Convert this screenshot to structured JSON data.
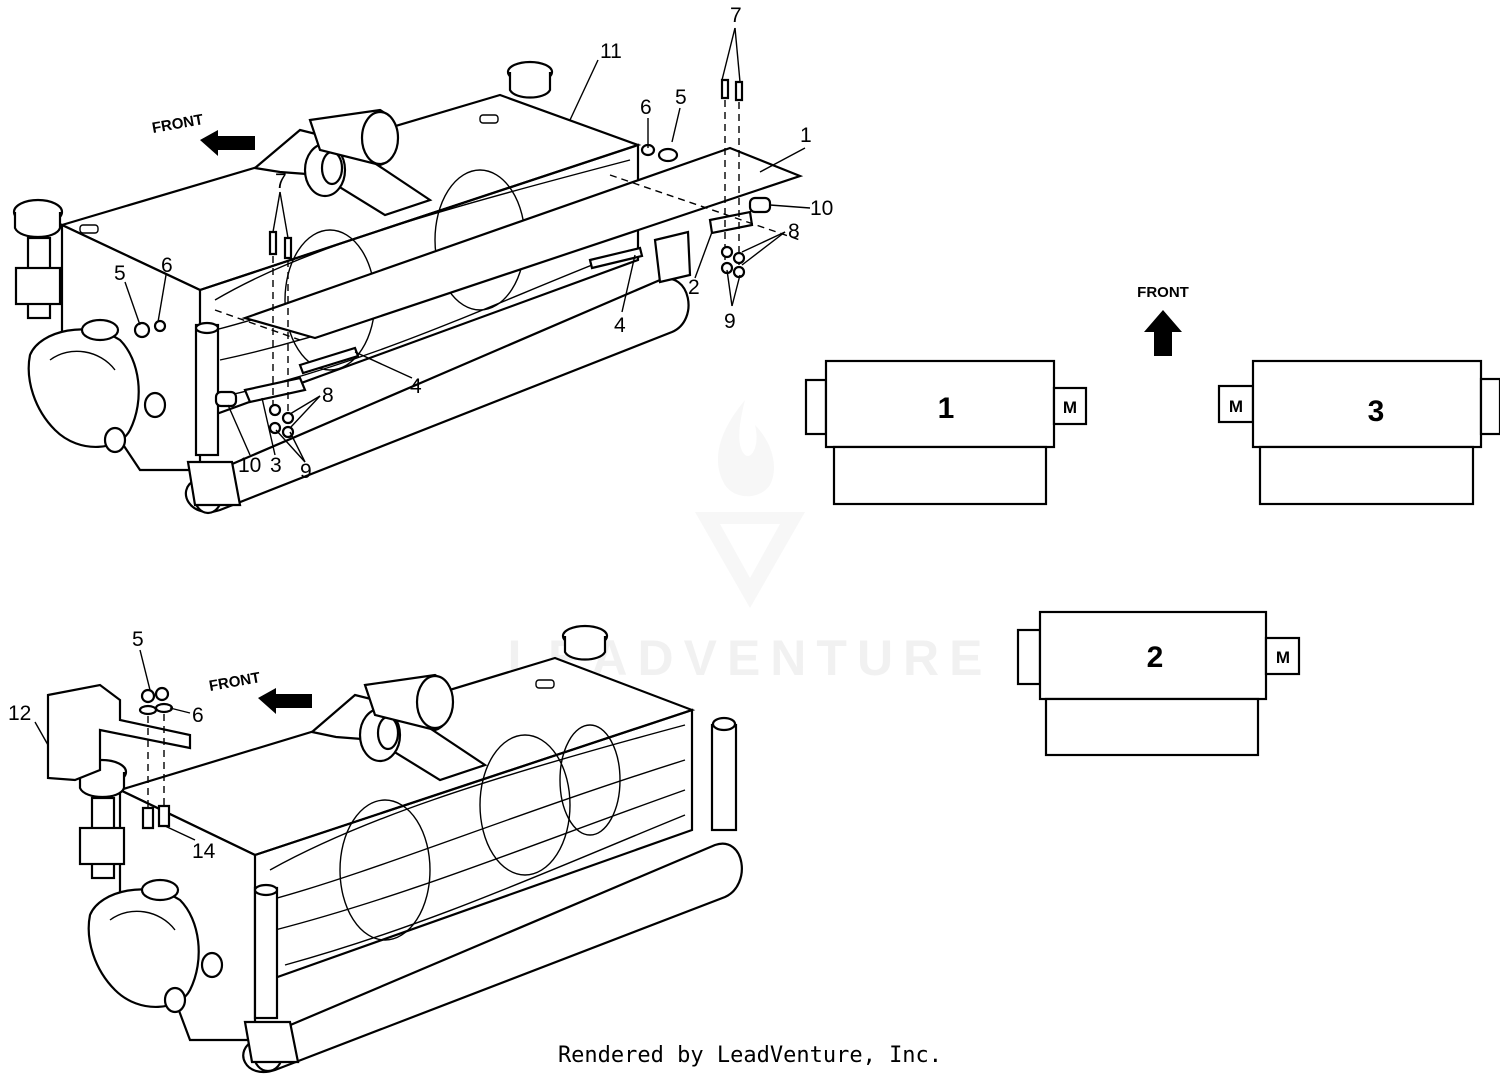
{
  "colors": {
    "ink": "#000000",
    "background": "#ffffff",
    "watermark": "#ececec"
  },
  "icons": [
    "front-arrow-icon",
    "watermark-logo-icon"
  ],
  "front_label": "FRONT",
  "callouts_top": {
    "c1": "1",
    "c2": "2",
    "c3": "3",
    "c4a": "4",
    "c4b": "4",
    "c5a": "5",
    "c5b": "5",
    "c6a": "6",
    "c6b": "6",
    "c7a": "7",
    "c7b": "7",
    "c8a": "8",
    "c8b": "8",
    "c9a": "9",
    "c9b": "9",
    "c10a": "10",
    "c10b": "10",
    "c11": "11"
  },
  "callouts_bottom": {
    "c5": "5",
    "c6": "6",
    "c12": "12",
    "c14": "14"
  },
  "layout": {
    "front_label": "FRONT",
    "motor_label": "M",
    "units": [
      {
        "number": "1"
      },
      {
        "number": "2"
      },
      {
        "number": "3"
      }
    ]
  },
  "watermark": "LEADVENTURE",
  "footer": "Rendered by LeadVenture, Inc."
}
